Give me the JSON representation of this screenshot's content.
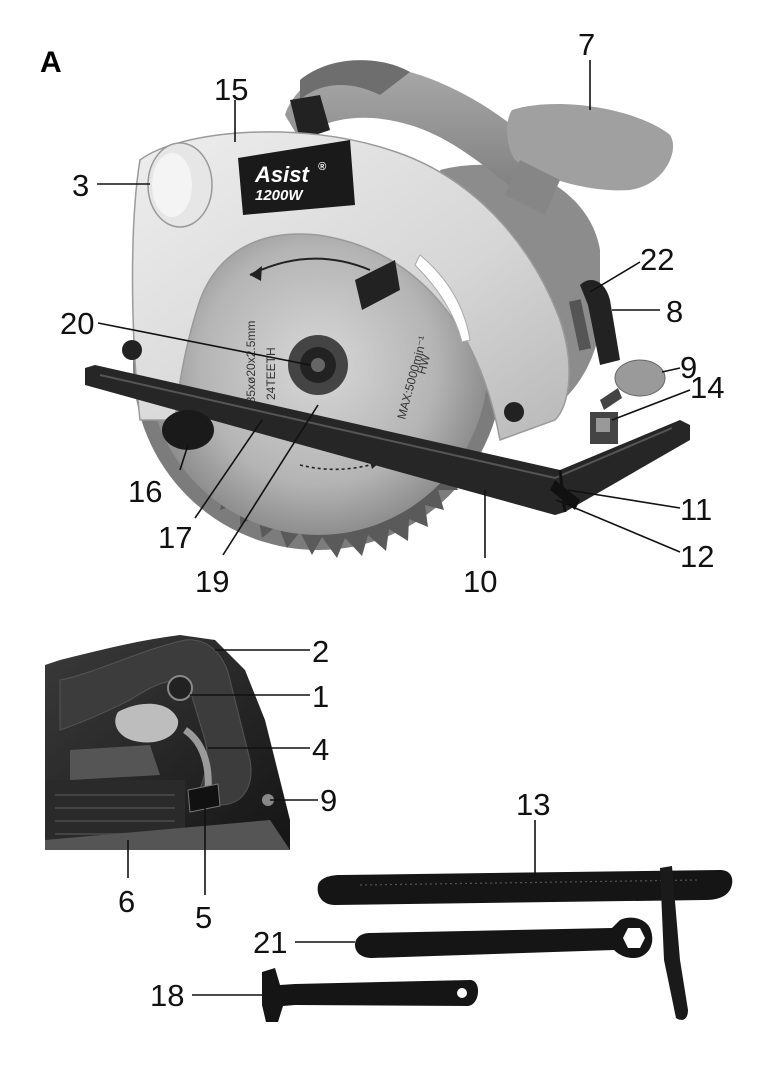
{
  "figure": {
    "section_letter": "A",
    "saw": {
      "brand": "Asist",
      "registered": "®",
      "power": "1200W",
      "blade_text": [
        "185xø20x2.5mm",
        "24TEETH",
        "MAX:5000min⁻¹",
        "HW"
      ]
    },
    "callouts": [
      {
        "id": "7",
        "label": "7"
      },
      {
        "id": "15",
        "label": "15"
      },
      {
        "id": "3",
        "label": "3"
      },
      {
        "id": "22",
        "label": "22"
      },
      {
        "id": "8",
        "label": "8"
      },
      {
        "id": "20",
        "label": "20"
      },
      {
        "id": "9",
        "label": "9"
      },
      {
        "id": "14",
        "label": "14"
      },
      {
        "id": "16",
        "label": "16"
      },
      {
        "id": "11",
        "label": "11"
      },
      {
        "id": "17",
        "label": "17"
      },
      {
        "id": "12",
        "label": "12"
      },
      {
        "id": "19",
        "label": "19"
      },
      {
        "id": "10",
        "label": "10"
      },
      {
        "id": "2",
        "label": "2"
      },
      {
        "id": "1",
        "label": "1"
      },
      {
        "id": "4",
        "label": "4"
      },
      {
        "id": "9b",
        "label": "9"
      },
      {
        "id": "6",
        "label": "6"
      },
      {
        "id": "5",
        "label": "5"
      },
      {
        "id": "13",
        "label": "13"
      },
      {
        "id": "21",
        "label": "21"
      },
      {
        "id": "18",
        "label": "18"
      }
    ]
  }
}
